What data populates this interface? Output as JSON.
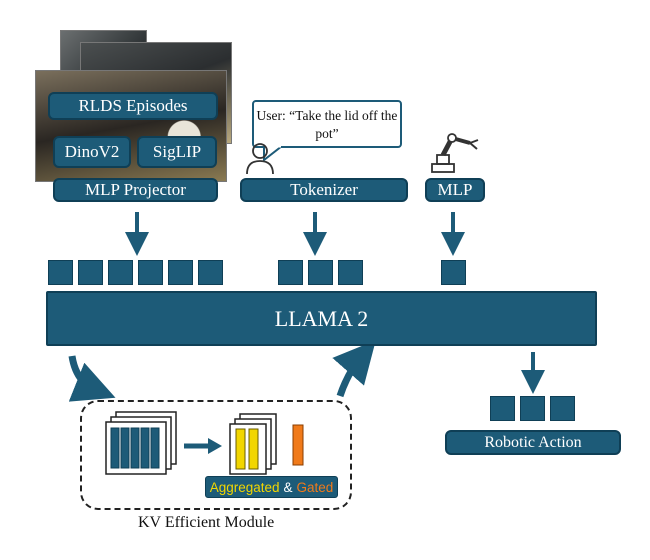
{
  "inputs": {
    "episodes_label": "RLDS Episodes",
    "dino_label": "DinoV2",
    "siglip_label": "SigLIP",
    "projector_label": "MLP Projector"
  },
  "language": {
    "user_prompt": "User: “Take the lid off the pot”",
    "tokenizer_label": "Tokenizer"
  },
  "proprio": {
    "mlp_label": "MLP"
  },
  "core": {
    "llm_label": "LLAMA 2"
  },
  "kv_module": {
    "title": "KV Efficient Module",
    "aggregated_word": "Aggregated",
    "ampersand": "&",
    "gated_word": "Gated"
  },
  "output": {
    "action_label": "Robotic Action"
  },
  "colors": {
    "box_fill": "#1d5b78",
    "aggregated": "#f2d600",
    "gated": "#f07a1a"
  },
  "icons": [
    "user-icon",
    "robot-arm-icon"
  ]
}
